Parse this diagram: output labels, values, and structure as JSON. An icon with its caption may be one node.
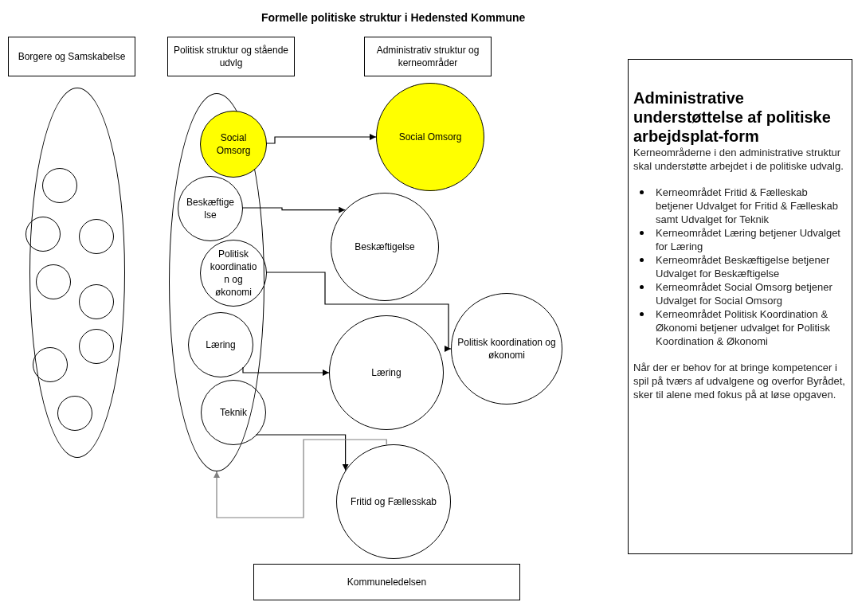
{
  "diagram": {
    "title": "Formelle politiske struktur i Hedensted Kommune",
    "nodes": [
      {
        "text": [
          "Borgere og Samskabelse"
        ]
      },
      {
        "text": [
          "Politisk struktur og stående udvlg"
        ]
      },
      {
        "text": [
          "Administrativ struktur og kerneområder"
        ]
      },
      {
        "text": [],
        "shape": "ellipse"
      },
      {
        "text": [],
        "shape": "circle",
        "in": 3
      },
      {
        "text": [],
        "shape": "circle",
        "in": 3
      },
      {
        "text": [],
        "shape": "circle",
        "in": 3
      },
      {
        "text": [],
        "shape": "circle",
        "in": 3
      },
      {
        "text": [],
        "shape": "circle",
        "in": 3
      },
      {
        "text": [],
        "shape": "circle",
        "in": 3
      },
      {
        "text": [],
        "shape": "circle",
        "in": 3
      },
      {
        "text": [],
        "shape": "circle",
        "in": 3
      },
      {
        "text": [],
        "shape": "ellipse"
      },
      {
        "text": [
          "Social Omsorg"
        ],
        "in": 12
      },
      {
        "text": [
          "Beskæftigelse"
        ],
        "in": 12
      },
      {
        "text": [
          "Politisk koordination og økonomi"
        ],
        "in": 12
      },
      {
        "text": [
          "Læring"
        ],
        "in": 12
      },
      {
        "text": [
          "Teknik"
        ],
        "in": 12
      },
      {
        "text": [
          "Social Omsorg"
        ]
      },
      {
        "text": [
          "Beskæftigelse"
        ]
      },
      {
        "text": [
          "Politisk koordination og økonomi"
        ]
      },
      {
        "text": [
          "Læring"
        ]
      },
      {
        "text": [
          "Fritid og Fællesskab"
        ]
      },
      {
        "text": [
          "Administrative understøttelse af politiske arbejdsplat-form",
          "Kerneområderne i den administrative struktur skal understøtte arbejdet i de politiske udvalg.",
          "Kerneområdet Fritid & Fælleskab betjener Udvalget for Fritid & Fælleskab samt Udvalget for Teknik",
          "Kerneområdet Læring betjener Udvalget for Læring",
          "Kerneområdet Beskæftigelse betjener Udvalget for Beskæftigelse",
          "Kerneområdet Social Omsorg betjener Udvalget for Social Omsorg",
          "Kerneområdet Politisk Koordination & Økonomi betjener udvalget for Politisk Koordination & Økonomi",
          "Når der er behov for at bringe kompetencer i spil på tværs af udvalgene og overfor Byrådet, sker til alene med fokus på at løse opgaven."
        ]
      },
      {
        "text": [
          "Kommuneledelsen"
        ]
      }
    ],
    "edges": [
      {
        "from": 13,
        "to": 18,
        "arrow": "to"
      },
      {
        "from": 14,
        "to": 19,
        "arrow": "to"
      },
      {
        "from": 15,
        "to": 20,
        "arrow": "to"
      },
      {
        "from": 16,
        "to": 21,
        "arrow": "to"
      },
      {
        "from": 17,
        "to": 22,
        "arrow": "to"
      },
      {
        "from": 22,
        "to": 12,
        "arrow": "to",
        "color": "#808080"
      }
    ]
  }
}
